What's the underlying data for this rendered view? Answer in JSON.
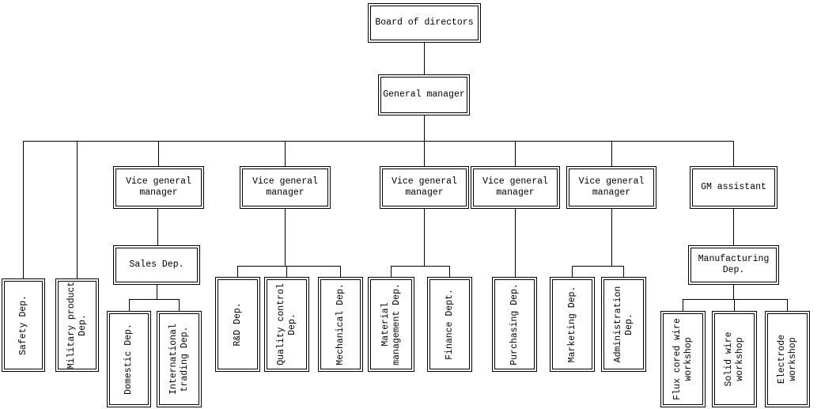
{
  "page": {
    "background_color": "#ffffff",
    "line_color": "#000000",
    "description": "Company organization chart"
  },
  "nodes": {
    "board": {
      "label": "Board of directors"
    },
    "general_manager": {
      "label": "General manager"
    },
    "safety": {
      "label": "Safety Dep."
    },
    "military_product": {
      "label": "Military product Dep."
    },
    "vgm1": {
      "label": "Vice general manager"
    },
    "vgm2": {
      "label": "Vice general manager"
    },
    "vgm3": {
      "label": "Vice general manager"
    },
    "vgm4": {
      "label": "Vice general manager"
    },
    "vgm5": {
      "label": "Vice general manager"
    },
    "gm_assistant": {
      "label": "GM assistant"
    },
    "sales": {
      "label": "Sales Dep."
    },
    "manufacturing": {
      "label": "Manufacturing Dep."
    },
    "domestic": {
      "label": "Domestic Dep."
    },
    "international_trading": {
      "label": "International trading Dep."
    },
    "rd": {
      "label": "R&D Dep."
    },
    "quality_control": {
      "label": "Quality control Dep."
    },
    "mechanical": {
      "label": "Mechanical Dep."
    },
    "material_management": {
      "label": "Material management Dep."
    },
    "finance": {
      "label": "Finance Dept."
    },
    "purchasing": {
      "label": "Purchasing Dep."
    },
    "marketing": {
      "label": "Marketing Dep."
    },
    "administration": {
      "label": "Administration Dep."
    },
    "flux_cored_wire": {
      "label": "Flux cored wire workshop"
    },
    "solid_wire": {
      "label": "Solid wire workshop"
    },
    "electrode": {
      "label": "Electrode workshop"
    }
  },
  "edges": [
    [
      "board",
      "general_manager"
    ],
    [
      "general_manager",
      "safety"
    ],
    [
      "general_manager",
      "military_product"
    ],
    [
      "general_manager",
      "vgm1"
    ],
    [
      "general_manager",
      "vgm2"
    ],
    [
      "general_manager",
      "vgm3"
    ],
    [
      "general_manager",
      "vgm4"
    ],
    [
      "general_manager",
      "vgm5"
    ],
    [
      "general_manager",
      "gm_assistant"
    ],
    [
      "vgm1",
      "sales"
    ],
    [
      "sales",
      "domestic"
    ],
    [
      "sales",
      "international_trading"
    ],
    [
      "vgm2",
      "rd"
    ],
    [
      "vgm2",
      "quality_control"
    ],
    [
      "vgm2",
      "mechanical"
    ],
    [
      "vgm3",
      "material_management"
    ],
    [
      "vgm3",
      "finance"
    ],
    [
      "vgm4",
      "purchasing"
    ],
    [
      "vgm5",
      "marketing"
    ],
    [
      "vgm5",
      "administration"
    ],
    [
      "gm_assistant",
      "manufacturing"
    ],
    [
      "manufacturing",
      "flux_cored_wire"
    ],
    [
      "manufacturing",
      "solid_wire"
    ],
    [
      "manufacturing",
      "electrode"
    ]
  ]
}
